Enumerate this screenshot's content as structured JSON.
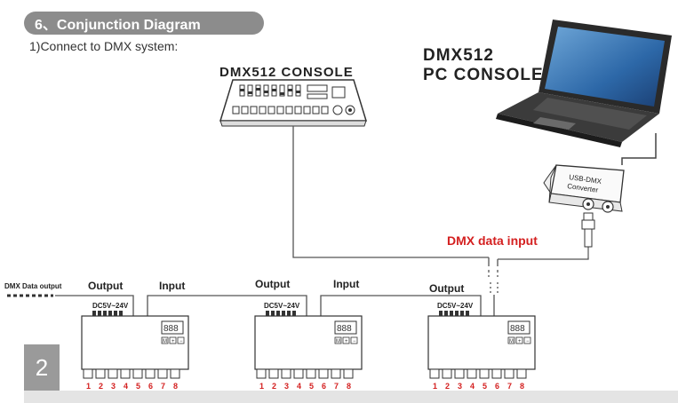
{
  "section": {
    "title": "6、Conjunction Diagram"
  },
  "subtitle": "1)Connect to DMX system:",
  "console": {
    "label": "DMX512 CONSOLE"
  },
  "pc": {
    "label_line1": "DMX512",
    "label_line2": "PC CONSOLE"
  },
  "converter": {
    "line1": "USB-DMX",
    "line2": "Converter"
  },
  "data_input_label": "DMX data input",
  "dmx_data_output_label": "DMX Data output",
  "decoders": [
    {
      "output_label": "Output",
      "input_label": "",
      "power_label": "DC5V~24V",
      "display": "888",
      "buttons": [
        "M",
        "+",
        "−"
      ],
      "channels": [
        "1",
        "2",
        "3",
        "4",
        "5",
        "6",
        "7",
        "8"
      ]
    },
    {
      "output_label": "Output",
      "input_label": "Input",
      "power_label": "DC5V~24V",
      "display": "888",
      "buttons": [
        "M",
        "+",
        "−"
      ],
      "channels": [
        "1",
        "2",
        "3",
        "4",
        "5",
        "6",
        "7",
        "8"
      ]
    },
    {
      "output_label": "Output",
      "input_label": "Input",
      "power_label": "DC5V~24V",
      "display": "888",
      "buttons": [
        "M",
        "+",
        "−"
      ],
      "channels": [
        "1",
        "2",
        "3",
        "4",
        "5",
        "6",
        "7",
        "8"
      ]
    }
  ],
  "page_number": "2",
  "colors": {
    "pill": "#8c8c8c",
    "accent_red": "#d42020",
    "line": "#555555",
    "page_box": "#9a9a9a"
  }
}
